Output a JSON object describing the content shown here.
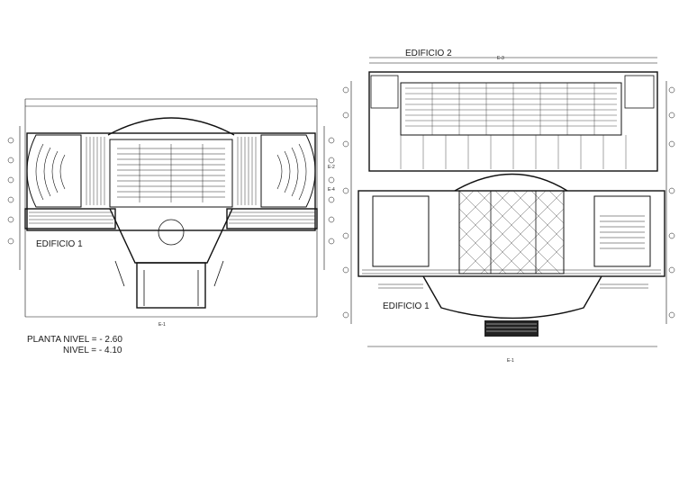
{
  "plan_left": {
    "label": "EDIFICIO 1",
    "level_line_1": "PLANTA NIVEL = - 2.60",
    "level_line_2": "NIVEL = - 4.10",
    "section_mark": "E-1"
  },
  "plan_right": {
    "label_top": "EDIFICIO 2",
    "label_bottom": "EDIFICIO 1",
    "section_mark_top": "E-3",
    "section_mark_bottom": "E-1",
    "side_marks": [
      "E-2",
      "E-4"
    ]
  }
}
